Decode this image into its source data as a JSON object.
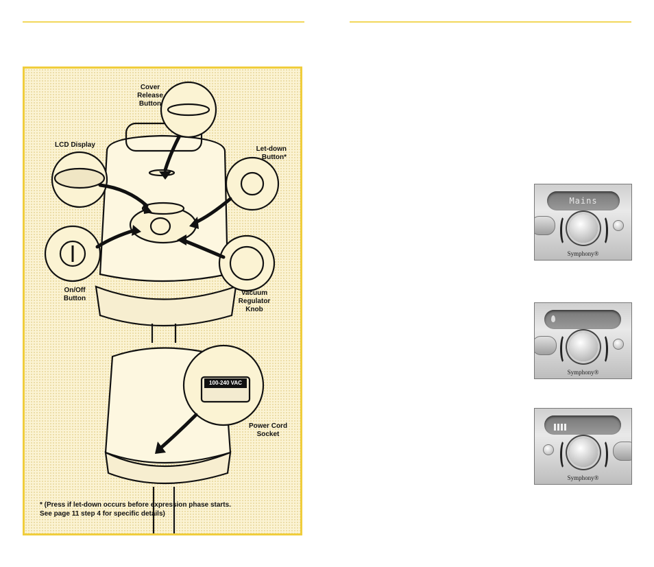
{
  "diagram": {
    "labels": {
      "cover_release": "Cover\nRelease\nButton",
      "lcd_display": "LCD Display",
      "letdown": "Let-down\nButton*",
      "onoff": "On/Off\nButton",
      "vacuum": "Vacuum\nRegulator\nKnob",
      "power_cord": "Power Cord\nSocket",
      "voltage": "100-240 VAC"
    },
    "footnote": "* (Press if let-down occurs before expression phase starts.\n See page 11 step 4 for specific details)"
  },
  "photos": [
    {
      "lcd_text": "Mains",
      "brand": "Symphony®"
    },
    {
      "lcd_text": "",
      "brand": "Symphony®"
    },
    {
      "lcd_text": "",
      "brand": "Symphony®"
    }
  ],
  "colors": {
    "accent_rule": "#f2d75a",
    "panel_border": "#f0cd3c",
    "panel_bg": "#fbf3d3"
  }
}
